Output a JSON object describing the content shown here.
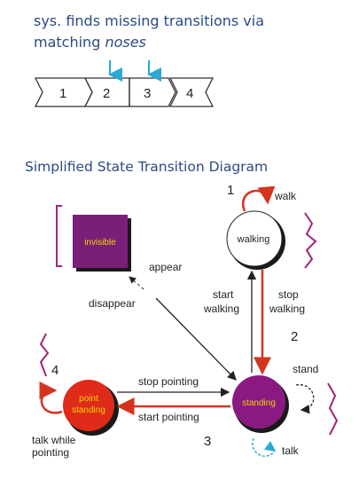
{
  "top": {
    "line1": "sys. finds missing transitions via",
    "line2_prefix": "matching ",
    "line2_italic": "noses"
  },
  "frames": [
    "1",
    "2",
    "3",
    "4"
  ],
  "diagram": {
    "title": "Simplified State Transition Diagram",
    "states": {
      "invisible": "invisible",
      "walking": "walking",
      "standing": "standing",
      "point_line1": "point",
      "point_line2": "standing"
    },
    "labels": {
      "walk": "walk",
      "appear": "appear",
      "disappear": "disappear",
      "start_walking_1": "start",
      "start_walking_2": "walking",
      "stop_walking_1": "stop",
      "stop_walking_2": "walking",
      "stand": "stand",
      "stop_pointing": "stop pointing",
      "start_pointing": "start pointing",
      "talk": "talk",
      "talk_while_1": "talk while",
      "talk_while_2": "pointing"
    },
    "numbers": {
      "n1": "1",
      "n2": "2",
      "n3": "3",
      "n4": "4"
    }
  },
  "colors": {
    "heading": "#2a4a86",
    "invisible_fill": "#7a1f78",
    "standing_fill": "#8a1a82",
    "point_fill": "#e02a1a",
    "arrow_red": "#d4341e",
    "bracket": "#a0257a",
    "marker_blue": "#2aa8d8",
    "state_text_yellow": "#f2d600"
  }
}
